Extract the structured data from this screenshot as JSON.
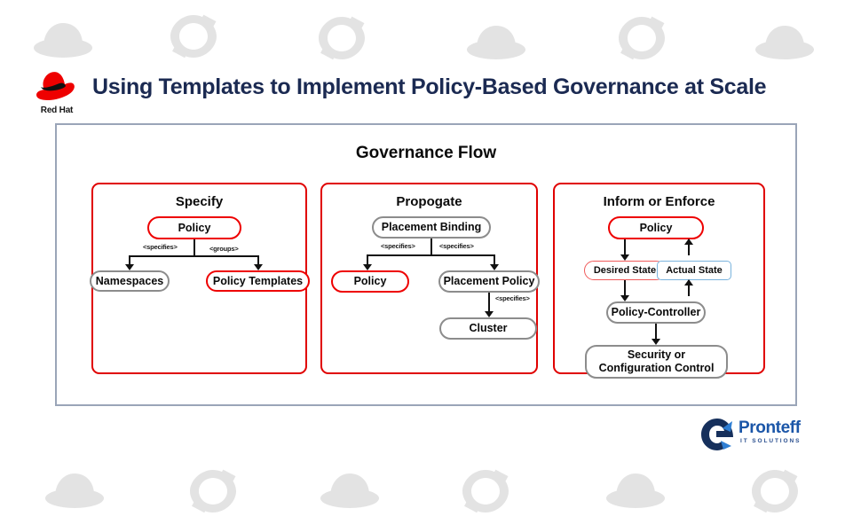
{
  "header": {
    "title": "Using Templates to Implement Policy-Based Governance at Scale",
    "brand_logo_name": "red-hat-logo",
    "brand_logo_text": "Red Hat"
  },
  "colors": {
    "title_navy": "#1b2a52",
    "accent_red": "#ee0000",
    "node_grey": "#8c8c8c",
    "state_red": "#f05a5a",
    "state_blue": "#7ab3dd",
    "container_border": "#9aa5b8",
    "watermark_grey": "#e3e3e3",
    "pronteff_blue": "#1b56a8",
    "pronteff_dark": "#16305c"
  },
  "flow": {
    "title": "Governance Flow",
    "panels": [
      {
        "id": "specify",
        "title": "Specify",
        "nodes": [
          {
            "id": "policy",
            "label": "Policy",
            "style": "red"
          },
          {
            "id": "namespaces",
            "label": "Namespaces",
            "style": "grey"
          },
          {
            "id": "policy-templates",
            "label": "Policy Templates",
            "style": "red"
          }
        ],
        "edges": [
          {
            "from": "policy",
            "to": "namespaces",
            "label": "<specifies>"
          },
          {
            "from": "policy",
            "to": "policy-templates",
            "label": "<groups>"
          }
        ]
      },
      {
        "id": "propogate",
        "title": "Propogate",
        "nodes": [
          {
            "id": "placement-binding",
            "label": "Placement Binding",
            "style": "grey"
          },
          {
            "id": "policy",
            "label": "Policy",
            "style": "red"
          },
          {
            "id": "placement-policy",
            "label": "Placement Policy",
            "style": "grey"
          },
          {
            "id": "cluster",
            "label": "Cluster",
            "style": "grey"
          }
        ],
        "edges": [
          {
            "from": "placement-binding",
            "to": "policy",
            "label": "<specifies>"
          },
          {
            "from": "placement-binding",
            "to": "placement-policy",
            "label": "<specifies>"
          },
          {
            "from": "placement-policy",
            "to": "cluster",
            "label": "<specifies>"
          }
        ]
      },
      {
        "id": "inform-or-enforce",
        "title": "Inform or Enforce",
        "nodes": [
          {
            "id": "policy",
            "label": "Policy",
            "style": "red"
          },
          {
            "id": "desired-state",
            "label": "Desired State",
            "style": "red-thin"
          },
          {
            "id": "actual-state",
            "label": "Actual State",
            "style": "blue"
          },
          {
            "id": "policy-controller",
            "label": "Policy-Controller",
            "style": "grey"
          },
          {
            "id": "security-config-line1",
            "label": "Security or",
            "style": "grey"
          },
          {
            "id": "security-config-line2",
            "label": "Configuration Control",
            "style": "grey"
          }
        ],
        "edges": [
          {
            "from": "policy",
            "to": "desired-state",
            "label": ""
          },
          {
            "from": "desired-state",
            "to": "policy-controller",
            "label": ""
          },
          {
            "from": "policy-controller",
            "to": "security-configuration-control",
            "label": ""
          },
          {
            "from": "policy-controller",
            "to": "actual-state",
            "label": ""
          },
          {
            "from": "actual-state",
            "to": "policy",
            "label": ""
          }
        ]
      }
    ]
  },
  "footer": {
    "logo_name": "Pronteff",
    "logo_tagline": "IT SOLUTIONS"
  }
}
